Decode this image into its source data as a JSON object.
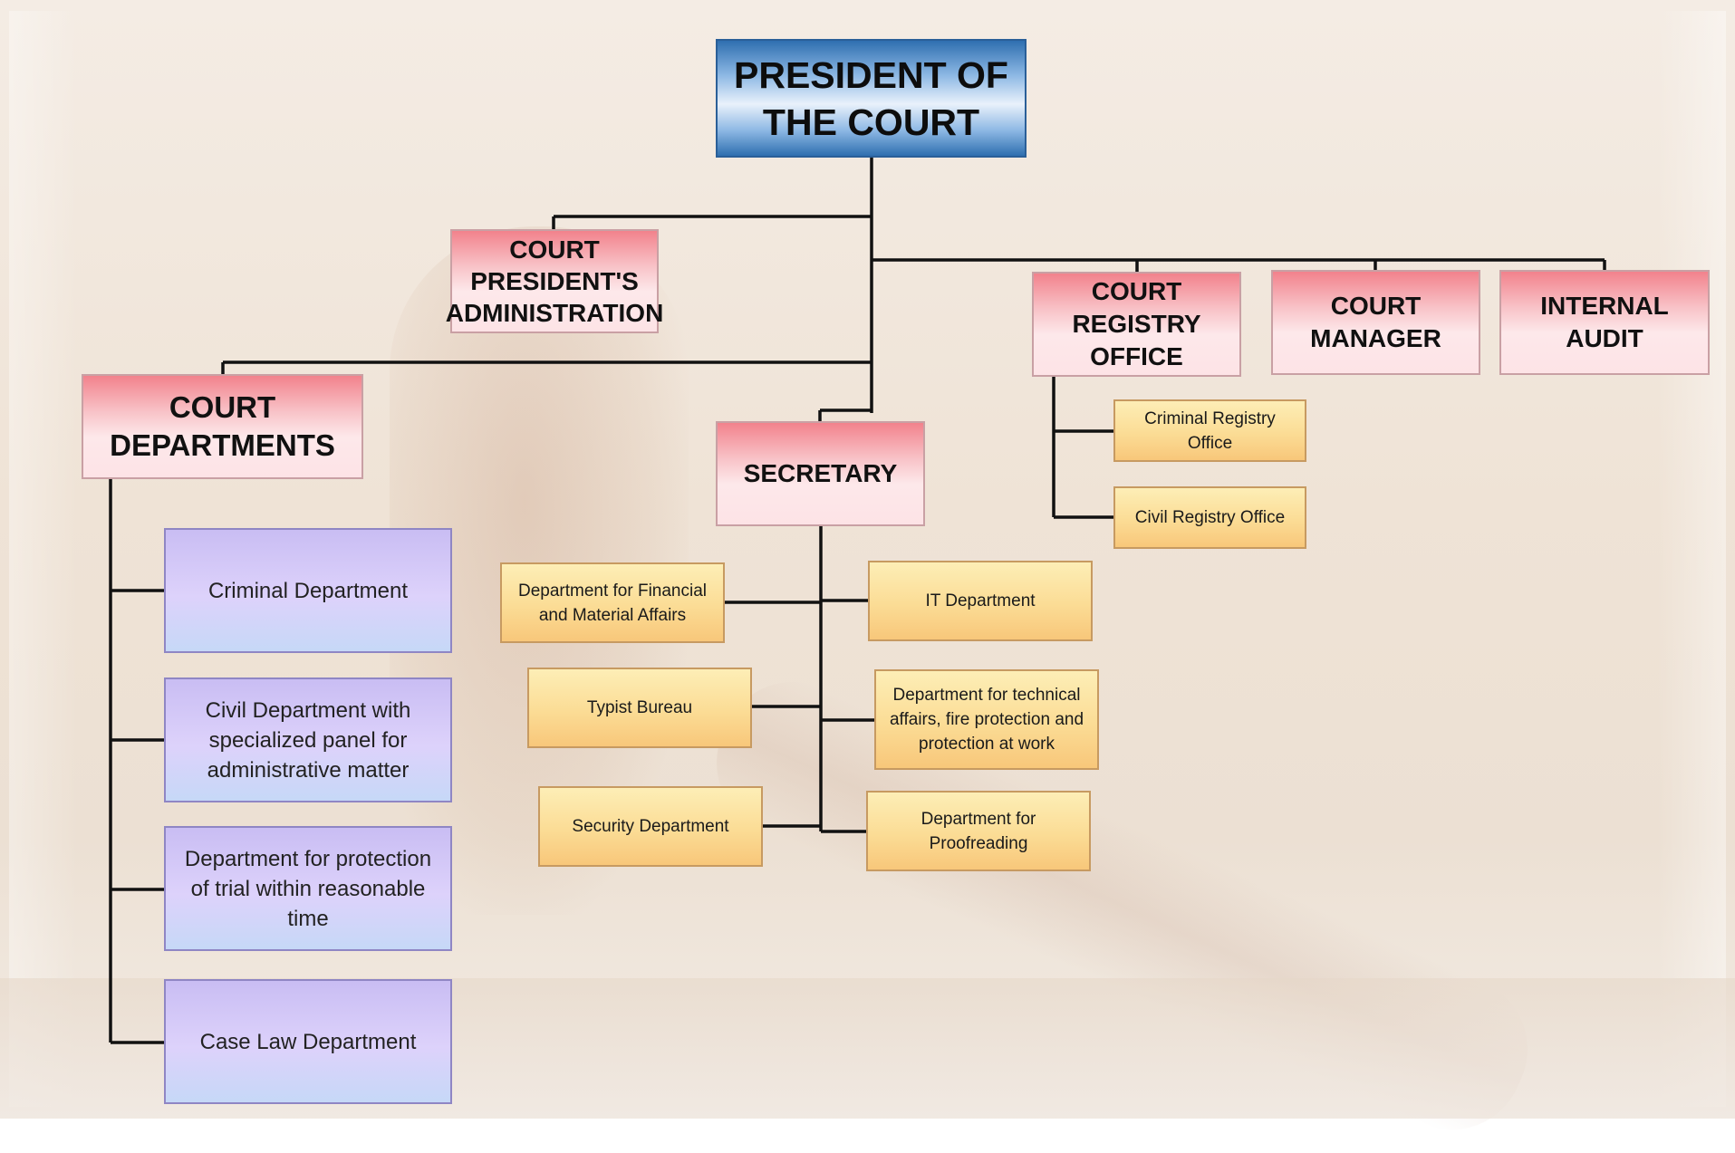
{
  "president": "PRESIDENT OF THE COURT",
  "top_units": {
    "administration": "COURT PRESIDENT'S ADMINISTRATION",
    "registry": "COURT REGISTRY OFFICE",
    "manager": "COURT MANAGER",
    "audit": "INTERNAL AUDIT"
  },
  "registry_subunits": [
    "Criminal Registry Office",
    "Civil Registry Office"
  ],
  "court_departments": {
    "title": "COURT DEPARTMENTS",
    "items": [
      "Criminal Department",
      "Civil Department with specialized panel for administrative matter",
      "Department for protection of trial within reasonable time",
      "Case Law Department"
    ]
  },
  "secretary": {
    "title": "SECRETARY",
    "left": [
      "Department for Financial and Material Affairs",
      "Typist Bureau",
      "Security Department"
    ],
    "right": [
      "IT Department",
      "Department for technical affairs, fire protection and protection at work",
      "Department for Proofreading"
    ]
  },
  "colors": {
    "blue_box": "#2f6fb0",
    "pink_box": "#f2828c",
    "yellow_box": "#fbdc95",
    "violet_box": "#c9bdf3",
    "connector": "#111111"
  }
}
